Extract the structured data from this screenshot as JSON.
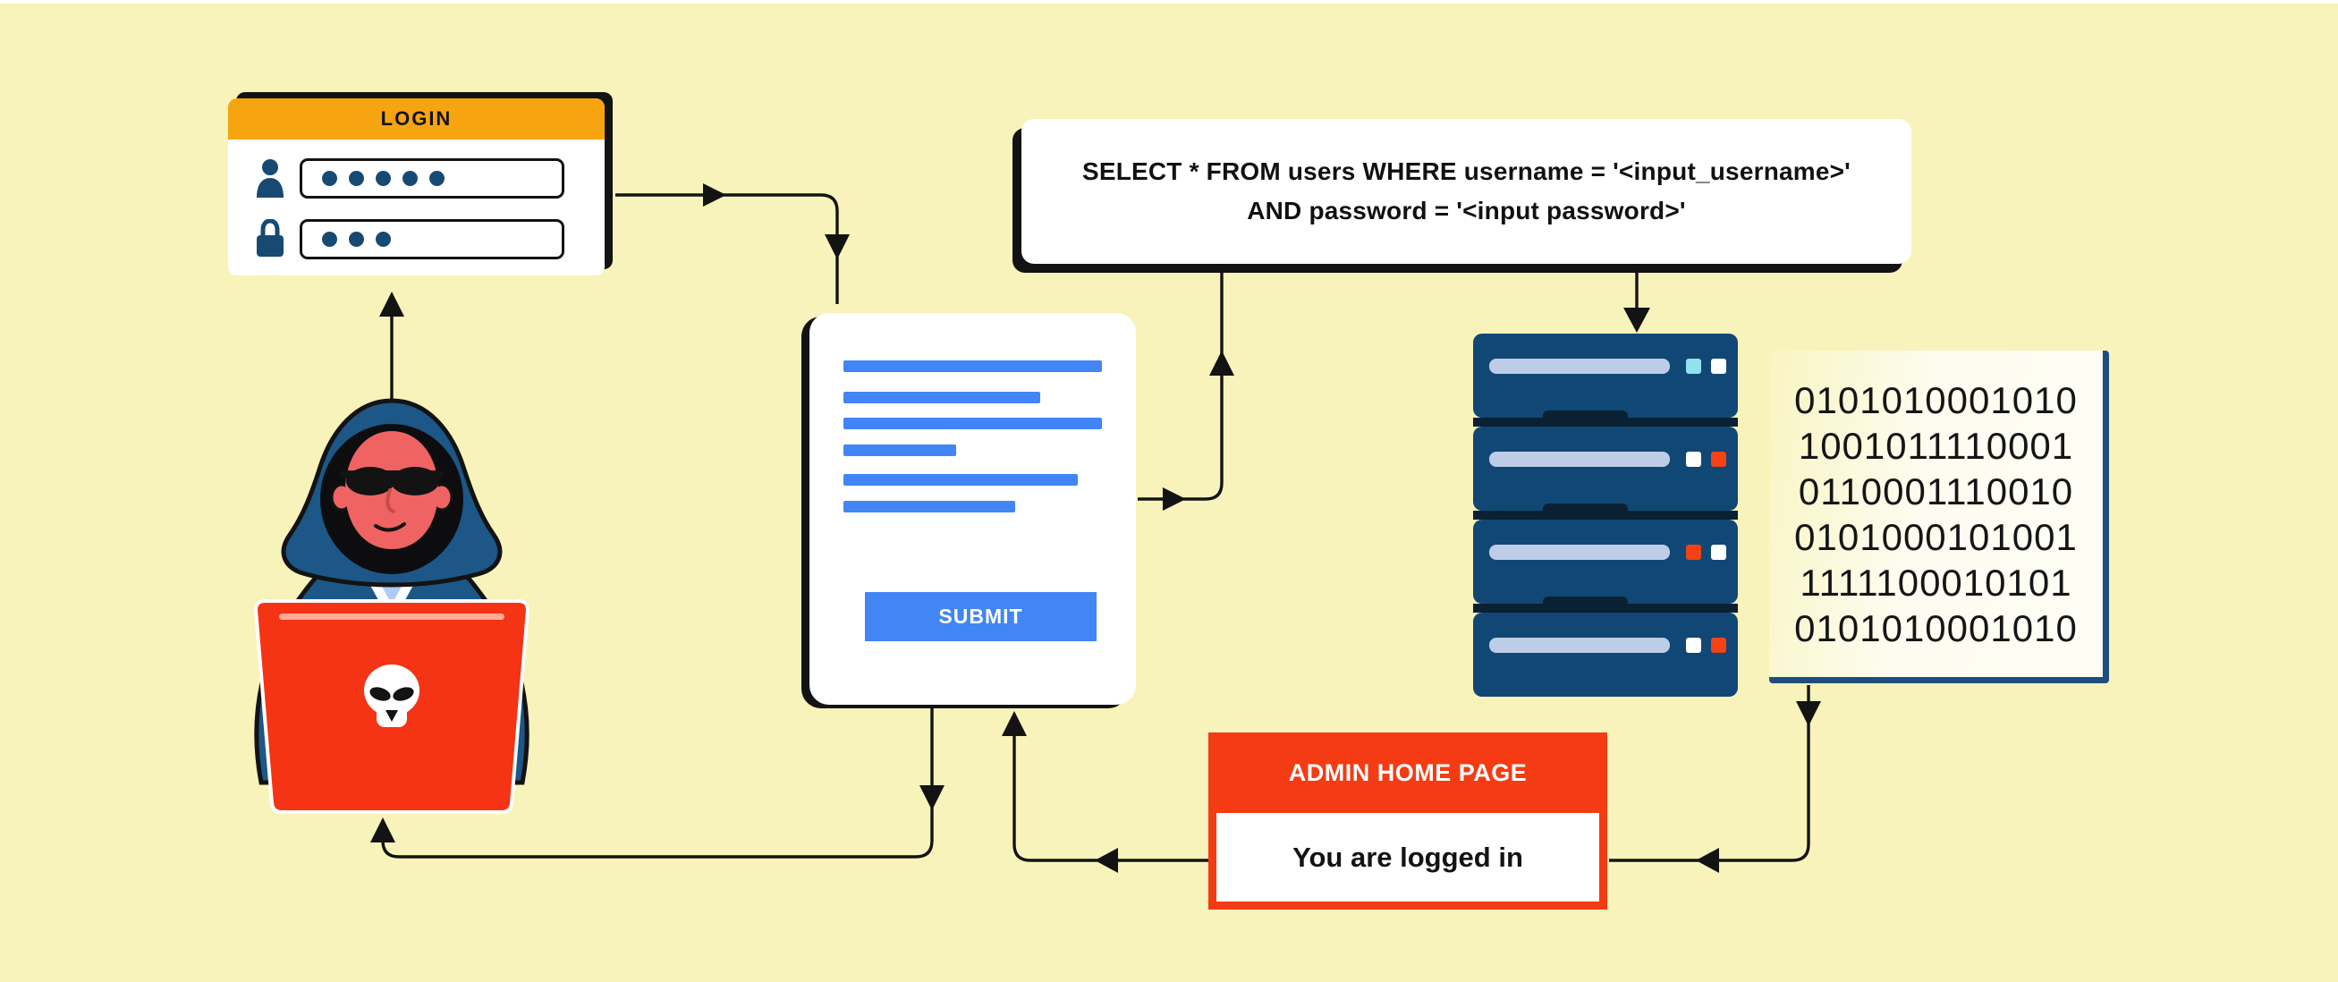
{
  "diagram_title": "SQL injection attack flow",
  "colors": {
    "background": "#F8F3BA",
    "outline": "#131313",
    "login_header_orange": "#F7A411",
    "form_blue": "#4285F4",
    "credential_dot_navy": "#174A73",
    "server_navy": "#114774",
    "server_slot": "#BDCDE7",
    "binary_border_navy": "#1D4E7D",
    "admin_red": "#F43B13",
    "laptop_red": "#F43414"
  },
  "login": {
    "title": "LOGIN",
    "username_dots": 5,
    "password_dots": 3
  },
  "sql": {
    "line1": "SELECT * FROM users WHERE username = '<input_username>'",
    "line2": "AND password = '<input password>'"
  },
  "form": {
    "submit_label": "SUBMIT"
  },
  "server": {
    "units": [
      {
        "leds": [
          "#8FE2EE",
          "#FFFFFF"
        ]
      },
      {
        "leds": [
          "#FFFFFF",
          "#F44116"
        ]
      },
      {
        "leds": [
          "#F44116",
          "#FFFFFF"
        ]
      },
      {
        "leds": [
          "#FFFFFF",
          "#F44116"
        ]
      }
    ]
  },
  "binary": {
    "lines": [
      "0101010001010",
      "1001011110001",
      "0110001110010",
      "0101000101001",
      "1111100010101",
      "0101010001010"
    ]
  },
  "admin": {
    "title": "ADMIN HOME PAGE",
    "message": "You are logged in"
  }
}
